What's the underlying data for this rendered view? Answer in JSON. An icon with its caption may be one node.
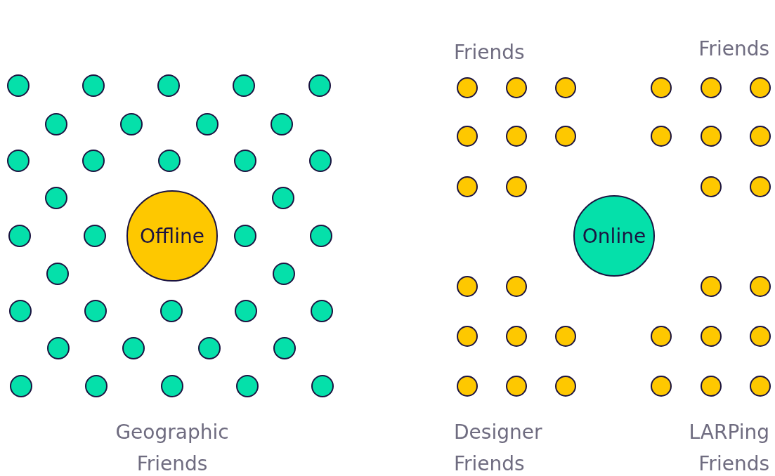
{
  "diagram": {
    "nodes": [
      {
        "text": [
          "Offline"
        ]
      },
      {
        "text": [],
        "shape": "circle"
      },
      {
        "text": [],
        "shape": "circle"
      },
      {
        "text": [],
        "shape": "circle"
      },
      {
        "text": [],
        "shape": "circle"
      },
      {
        "text": [],
        "shape": "circle"
      },
      {
        "text": [],
        "shape": "circle"
      },
      {
        "text": [],
        "shape": "circle"
      },
      {
        "text": [],
        "shape": "circle"
      },
      {
        "text": [],
        "shape": "circle"
      },
      {
        "text": [],
        "shape": "circle"
      },
      {
        "text": [],
        "shape": "circle"
      },
      {
        "text": [],
        "shape": "circle"
      },
      {
        "text": [],
        "shape": "circle"
      },
      {
        "text": [],
        "shape": "circle"
      },
      {
        "text": [],
        "shape": "circle"
      },
      {
        "text": [],
        "shape": "circle"
      },
      {
        "text": [],
        "shape": "circle"
      },
      {
        "text": [],
        "shape": "circle"
      },
      {
        "text": [],
        "shape": "circle"
      },
      {
        "text": [],
        "shape": "circle"
      },
      {
        "text": [],
        "shape": "circle"
      },
      {
        "text": [],
        "shape": "circle"
      },
      {
        "text": [],
        "shape": "circle"
      },
      {
        "text": [],
        "shape": "circle"
      },
      {
        "text": [],
        "shape": "circle"
      },
      {
        "text": [],
        "shape": "circle"
      },
      {
        "text": [],
        "shape": "circle"
      },
      {
        "text": [],
        "shape": "circle"
      },
      {
        "text": [],
        "shape": "circle"
      },
      {
        "text": [],
        "shape": "circle"
      },
      {
        "text": [],
        "shape": "circle"
      },
      {
        "text": [],
        "shape": "circle"
      },
      {
        "text": [],
        "shape": "circle"
      },
      {
        "text": [],
        "shape": "circle"
      },
      {
        "text": [],
        "shape": "circle"
      },
      {
        "text": [],
        "shape": "circle"
      },
      {
        "text": [
          "Online"
        ]
      },
      {
        "text": [],
        "shape": "circle"
      },
      {
        "text": [],
        "shape": "circle"
      },
      {
        "text": [],
        "shape": "circle"
      },
      {
        "text": [],
        "shape": "circle"
      },
      {
        "text": [],
        "shape": "circle"
      },
      {
        "text": [],
        "shape": "circle"
      },
      {
        "text": [],
        "shape": "circle"
      },
      {
        "text": [],
        "shape": "circle"
      },
      {
        "text": [],
        "shape": "circle"
      },
      {
        "text": [],
        "shape": "circle"
      },
      {
        "text": [],
        "shape": "circle"
      },
      {
        "text": [],
        "shape": "circle"
      },
      {
        "text": [],
        "shape": "circle"
      },
      {
        "text": [],
        "shape": "circle"
      },
      {
        "text": [],
        "shape": "circle"
      },
      {
        "text": [],
        "shape": "circle"
      },
      {
        "text": [],
        "shape": "circle"
      },
      {
        "text": [],
        "shape": "circle"
      },
      {
        "text": [],
        "shape": "circle"
      },
      {
        "text": [],
        "shape": "circle"
      },
      {
        "text": [],
        "shape": "circle"
      },
      {
        "text": [],
        "shape": "circle"
      },
      {
        "text": [],
        "shape": "circle"
      },
      {
        "text": [],
        "shape": "circle"
      },
      {
        "text": [],
        "shape": "circle"
      },
      {
        "text": [],
        "shape": "circle"
      },
      {
        "text": [],
        "shape": "circle"
      },
      {
        "text": [],
        "shape": "circle"
      },
      {
        "text": [],
        "shape": "circle"
      },
      {
        "text": [],
        "shape": "circle"
      },
      {
        "text": [],
        "shape": "circle"
      },
      {
        "text": [],
        "shape": "circle"
      }
    ],
    "labels": [
      "Friends",
      "Friends",
      "Geographic Friends",
      "Designer Friends",
      "LARPing Friends"
    ]
  }
}
